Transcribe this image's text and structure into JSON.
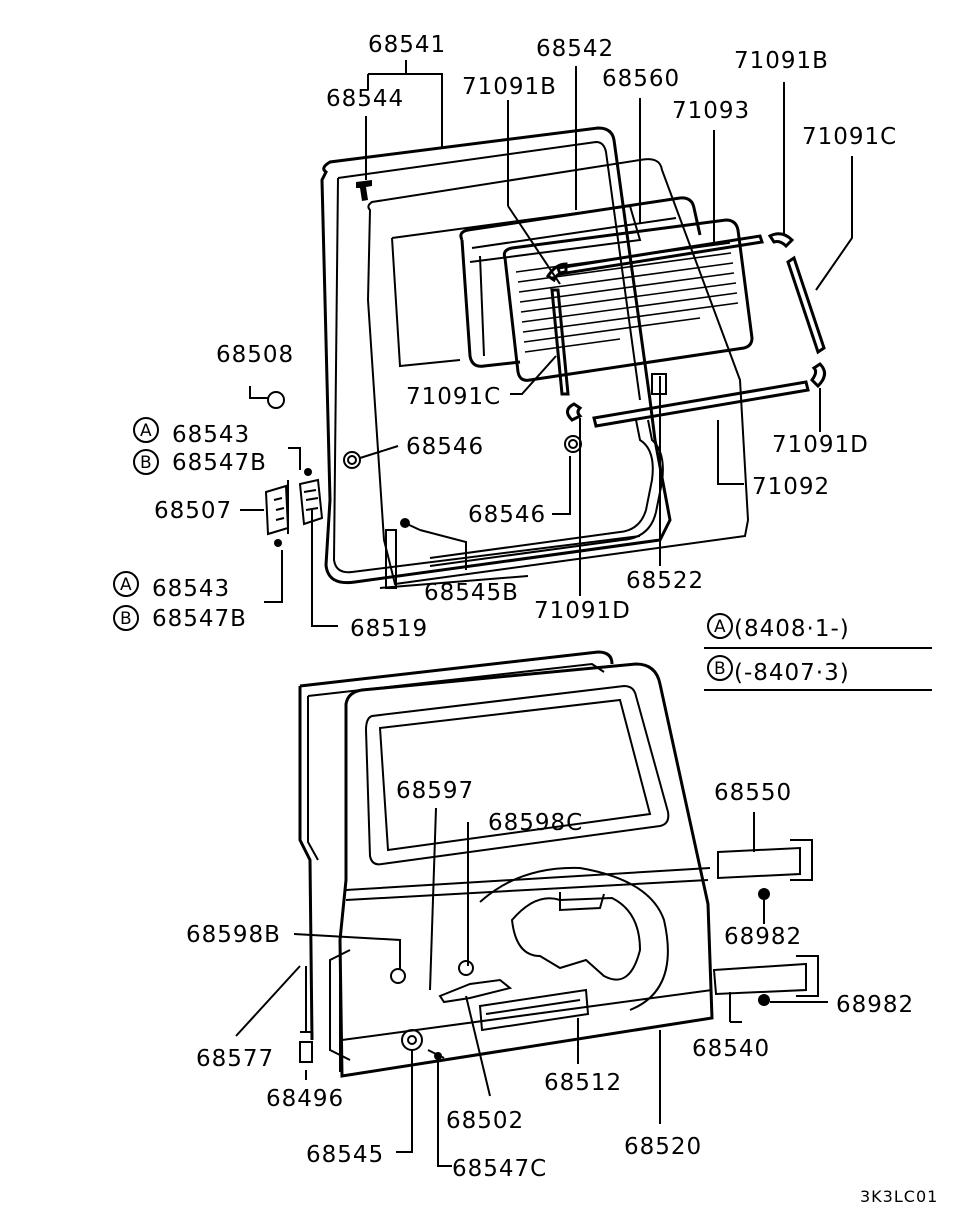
{
  "parts": {
    "p68541": "68541",
    "p68542": "68542",
    "p68544": "68544",
    "p71091B_a": "71091B",
    "p68560": "68560",
    "p71091B_b": "71091B",
    "p71093": "71093",
    "p71091C_a": "71091C",
    "p68508": "68508",
    "p71091C_b": "71091C",
    "p68543_a": "68543",
    "p68546_a": "68546",
    "p68547B_a": "68547B",
    "p71091D_a": "71091D",
    "p68507": "68507",
    "p71092": "71092",
    "p68546_b": "68546",
    "p68545B": "68545B",
    "p68522": "68522",
    "p68543_b": "68543",
    "p71091D_b": "71091D",
    "p68547B_b": "68547B",
    "p68519": "68519",
    "p68550": "68550",
    "p68597": "68597",
    "p68598C": "68598C",
    "p68598B": "68598B",
    "p68982_a": "68982",
    "p68982_b": "68982",
    "p68577": "68577",
    "p68540": "68540",
    "p68512": "68512",
    "p68496": "68496",
    "p68502": "68502",
    "p68520": "68520",
    "p68545": "68545",
    "p68547C": "68547C"
  },
  "markers": {
    "a": "A",
    "b": "B"
  },
  "legend": {
    "a_range": "(8408·1-)",
    "b_range": "(-8407·3)"
  },
  "figure_code": "3K3LC01"
}
